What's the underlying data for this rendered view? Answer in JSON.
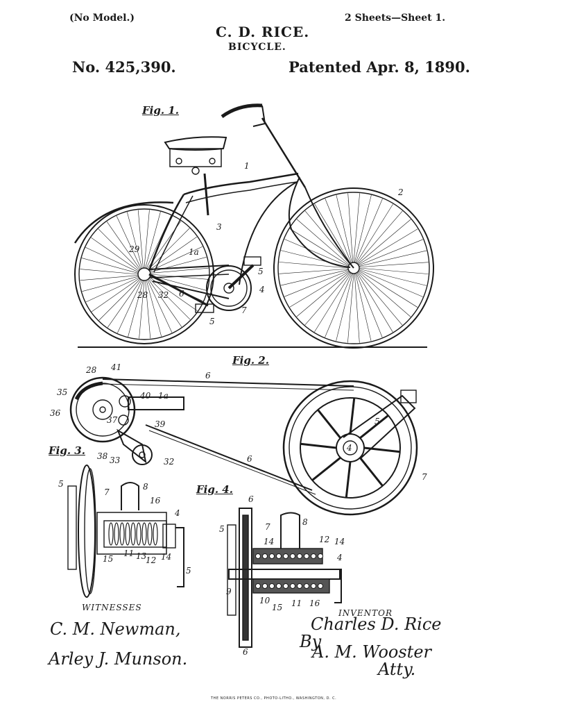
{
  "header": {
    "model_note": "(No Model.)",
    "sheets": "2 Sheets—Sheet 1.",
    "inventor_name": "C. D. RICE.",
    "title": "BICYCLE.",
    "patent_number": "No. 425,390.",
    "patent_date": "Patented Apr. 8, 1890."
  },
  "figures": {
    "fig1": "Fig. 1.",
    "fig2": "Fig. 2.",
    "fig3": "Fig. 3.",
    "fig4": "Fig. 4."
  },
  "labels": {
    "fig1": [
      "1",
      "2",
      "3",
      "1a",
      "29",
      "4",
      "5",
      "28",
      "32",
      "6",
      "7",
      "5"
    ],
    "fig2": [
      "28",
      "41",
      "6",
      "35",
      "40",
      "1a",
      "36",
      "37",
      "39",
      "5",
      "4",
      "38",
      "33",
      "32",
      "6",
      "7"
    ],
    "fig3": [
      "5",
      "7",
      "8",
      "16",
      "4",
      "15",
      "11",
      "13",
      "12",
      "14",
      "5"
    ],
    "fig4": [
      "6",
      "5",
      "7",
      "8",
      "14",
      "12",
      "14",
      "4",
      "9",
      "10",
      "15",
      "11",
      "16",
      "6"
    ]
  },
  "witnesses": {
    "heading": "WITNESSES",
    "names": [
      "C. M. Newman,",
      "Arley J. Munson."
    ]
  },
  "inventor": {
    "heading": "INVENTOR",
    "name": "Charles D. Rice",
    "by": "By",
    "attorney": "A. M. Wooster",
    "attorney_suffix": "Atty."
  },
  "footer": "THE NORRIS PETERS CO., PHOTO-LITHO., WASHINGTON, D. C."
}
